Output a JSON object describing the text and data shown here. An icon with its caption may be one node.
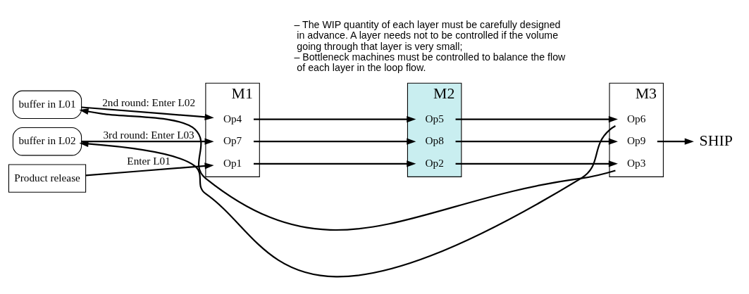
{
  "diagram": {
    "nodes": [
      {
        "text": [
          "buffer in L01"
        ]
      },
      {
        "text": [
          "buffer in L02"
        ]
      },
      {
        "text": [
          "Product release"
        ]
      },
      {
        "text": [
          "M1"
        ]
      },
      {
        "text": [
          "Op7"
        ],
        "in": 3
      },
      {
        "text": [
          "Op4"
        ],
        "in": 3
      },
      {
        "text": [
          "Op1"
        ],
        "in": 3
      },
      {
        "text": [
          "M2"
        ]
      },
      {
        "text": [
          "Op8"
        ],
        "in": 7
      },
      {
        "text": [
          "Op5"
        ],
        "in": 7
      },
      {
        "text": [
          "Op2"
        ],
        "in": 7
      },
      {
        "text": [
          "M3"
        ]
      },
      {
        "text": [
          "Op9"
        ],
        "in": 11
      },
      {
        "text": [
          "Op6"
        ],
        "in": 11
      },
      {
        "text": [
          "Op3"
        ],
        "in": 11
      },
      {
        "text": [
          "SHIP"
        ]
      }
    ],
    "edges": [
      {
        "from": 14,
        "to": 0,
        "arrow": "to"
      },
      {
        "from": 13,
        "to": 1,
        "arrow": "to"
      },
      {
        "from": 1,
        "to": 4,
        "arrow": "to",
        "label": "3rd round: Enter L03"
      },
      {
        "from": 0,
        "to": 5,
        "arrow": "to",
        "label": "2nd round: Enter L02"
      },
      {
        "from": 2,
        "to": 6,
        "arrow": "to",
        "label": "Enter L01"
      },
      {
        "from": 4,
        "to": 8,
        "arrow": "to"
      },
      {
        "from": 5,
        "to": 9,
        "arrow": "to"
      },
      {
        "from": 6,
        "to": 10,
        "arrow": "to"
      },
      {
        "from": 8,
        "to": 12,
        "arrow": "to"
      },
      {
        "from": 9,
        "to": 13,
        "arrow": "to"
      },
      {
        "from": 10,
        "to": 14,
        "arrow": "to"
      },
      {
        "from": 12,
        "to": 15,
        "arrow": "to"
      }
    ],
    "labels": [
      "– The WIP quantity of each layer must be carefully designed in advance. A layer needs not to be controlled if the volume going through that layer is very small;",
      "– Bottleneck machines must be controlled to balance the flow of each layer in the loop flow."
    ]
  }
}
